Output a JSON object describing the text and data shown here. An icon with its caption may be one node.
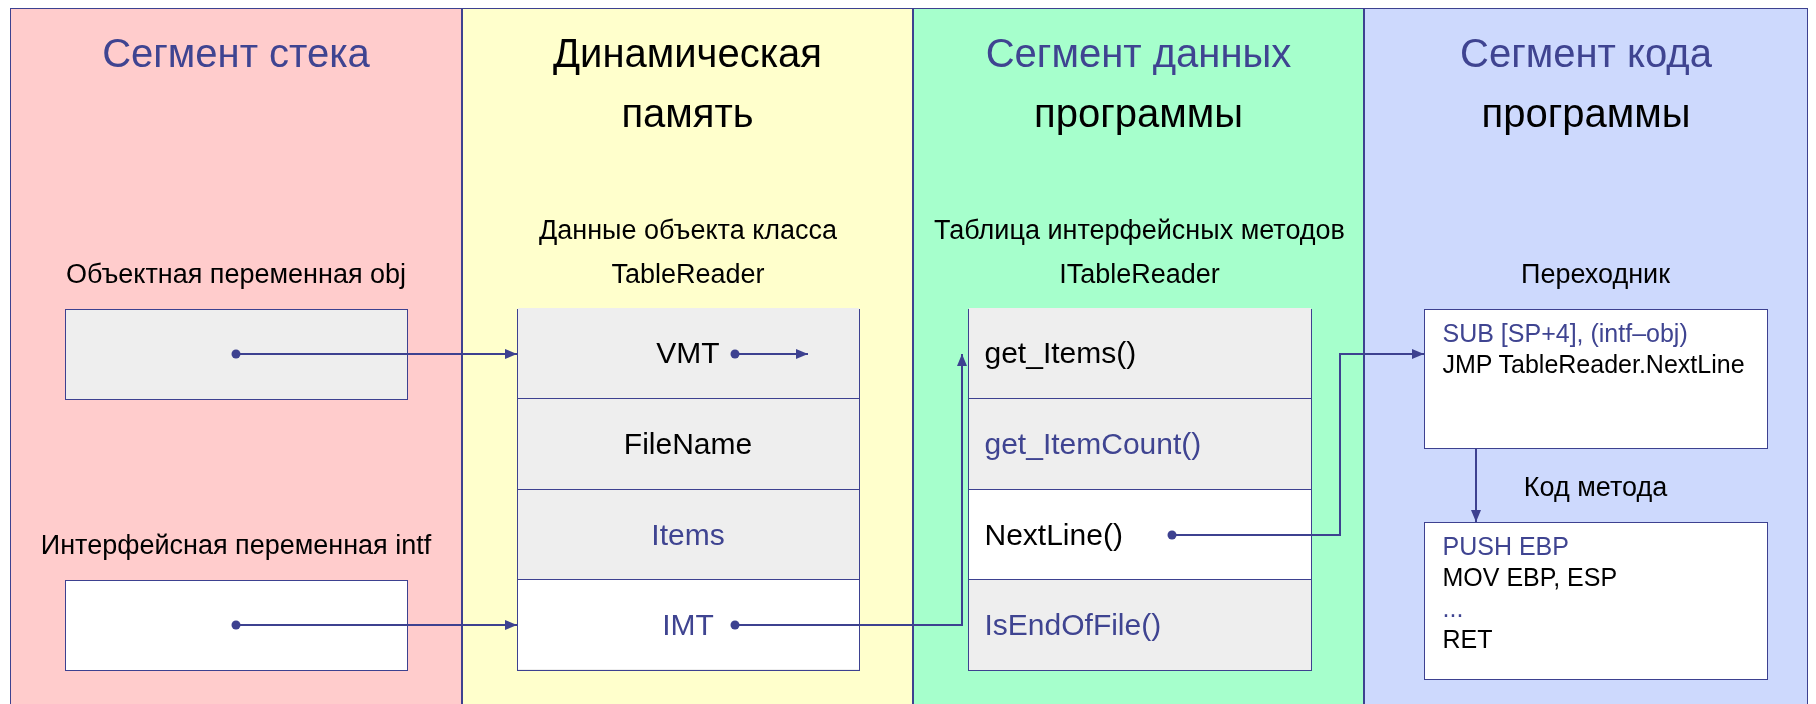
{
  "diagram": {
    "nodes": [
      {
        "text": [
          "Сегмент стека"
        ]
      },
      {
        "text": [
          "Динамическая память"
        ]
      },
      {
        "text": [
          "Сегмент данных программы"
        ]
      },
      {
        "text": [
          "Сегмент кода программы"
        ]
      },
      {
        "text": [
          "Объектная переменная obj"
        ],
        "in": 0
      },
      {
        "text": [
          "Интерфейсная переменная intf"
        ],
        "in": 0
      },
      {
        "text": [
          "Данные объекта класса TableReader"
        ],
        "in": 1
      },
      {
        "text": [
          "VMT"
        ],
        "in": 6
      },
      {
        "text": [
          "FileName"
        ],
        "in": 6
      },
      {
        "text": [
          "Items"
        ],
        "in": 6
      },
      {
        "text": [
          "IMT"
        ],
        "in": 6
      },
      {
        "text": [
          "Таблица интерфейсных методов ITableReader"
        ],
        "in": 2
      },
      {
        "text": [
          "get_Items()"
        ],
        "in": 11
      },
      {
        "text": [
          "get_ItemCount()"
        ],
        "in": 11
      },
      {
        "text": [
          "NextLine()"
        ],
        "in": 11
      },
      {
        "text": [
          "IsEndOfFile()"
        ],
        "in": 11
      },
      {
        "text": [
          "Переходник",
          "SUB [SP+4], (intf–obj)",
          "JMP TableReader.NextLine"
        ],
        "in": 3
      },
      {
        "text": [
          "Код метода",
          "PUSH EBP",
          "MOV EBP, ESP",
          "...",
          "RET"
        ],
        "in": 3
      }
    ],
    "edges": [
      {
        "from": 4,
        "to": 7,
        "arrow": "to"
      },
      {
        "from": 5,
        "to": 10,
        "arrow": "to"
      },
      {
        "from": 7,
        "to": null,
        "arrow": "to"
      },
      {
        "from": 10,
        "to": 12,
        "arrow": "to"
      },
      {
        "from": 14,
        "to": 16,
        "arrow": "to"
      },
      {
        "from": 16,
        "to": 17,
        "arrow": "to"
      }
    ]
  }
}
